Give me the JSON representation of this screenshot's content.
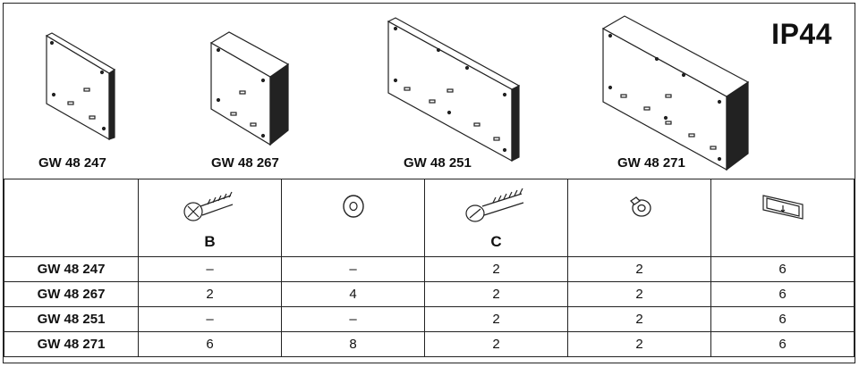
{
  "badge": "IP44",
  "models": [
    {
      "label": "GW 48 247"
    },
    {
      "label": "GW 48 267"
    },
    {
      "label": "GW 48 251"
    },
    {
      "label": "GW 48 271"
    }
  ],
  "table": {
    "columns": [
      {
        "icon": "screw-icon",
        "letter": "B"
      },
      {
        "icon": "washer-icon",
        "letter": ""
      },
      {
        "icon": "screw-icon",
        "letter": "C"
      },
      {
        "icon": "cable-clip-icon",
        "letter": ""
      },
      {
        "icon": "label-plate-icon",
        "letter": ""
      }
    ],
    "rows": [
      {
        "model": "GW 48 247",
        "cells": [
          "–",
          "–",
          "2",
          "2",
          "6"
        ]
      },
      {
        "model": "GW 48 267",
        "cells": [
          "2",
          "4",
          "2",
          "2",
          "6"
        ]
      },
      {
        "model": "GW 48 251",
        "cells": [
          "–",
          "–",
          "2",
          "2",
          "6"
        ]
      },
      {
        "model": "GW 48 271",
        "cells": [
          "6",
          "8",
          "2",
          "2",
          "6"
        ]
      }
    ]
  }
}
